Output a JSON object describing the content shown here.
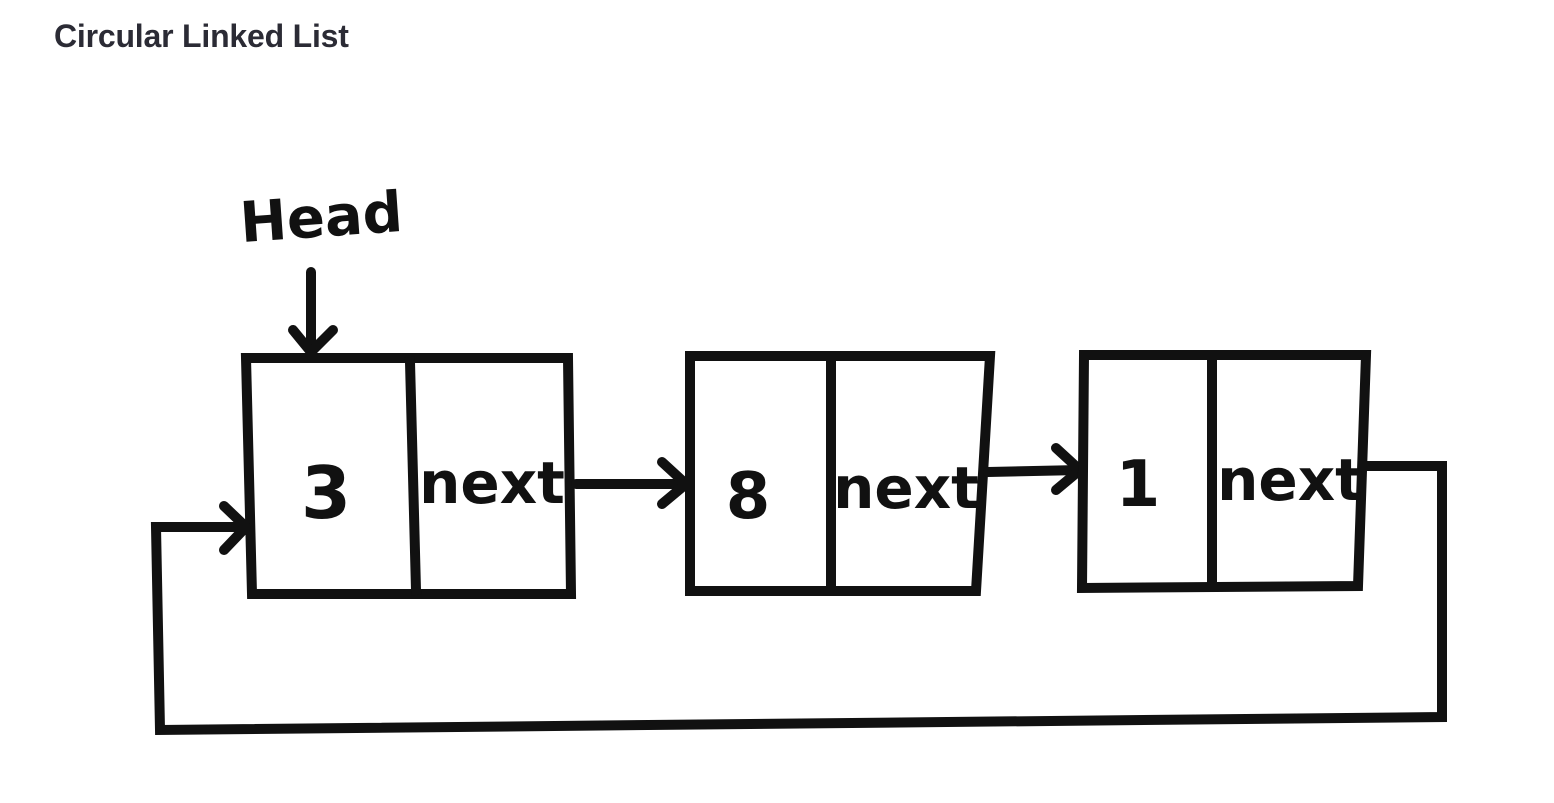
{
  "title": "Circular Linked List",
  "head_label": "Head",
  "nodes": [
    {
      "value": "3",
      "pointer_label": "next"
    },
    {
      "value": "8",
      "pointer_label": "next"
    },
    {
      "value": "1",
      "pointer_label": "next"
    }
  ],
  "colors": {
    "ink": "#111111",
    "title": "#2b2b35",
    "background": "#ffffff"
  }
}
